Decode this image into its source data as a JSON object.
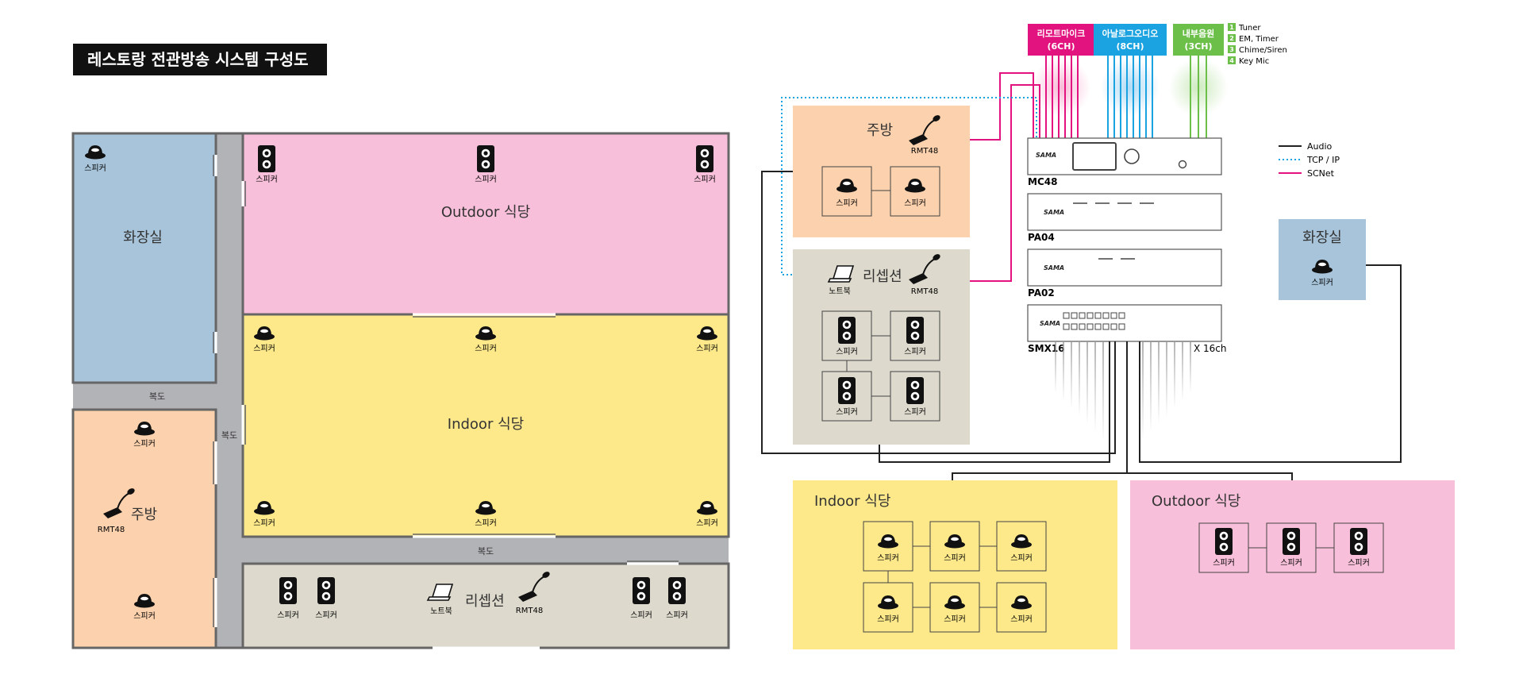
{
  "title": "레스토랑 전관방송 시스템 구성도",
  "floor_plan": {
    "rooms": {
      "restroom": "화장실",
      "kitchen": "주방",
      "outdoor": "Outdoor 식당",
      "indoor": "Indoor 식당",
      "reception": "리셉션"
    },
    "corridor_label": "복도",
    "speaker_label": "스피커",
    "mic_label": "RMT48",
    "laptop_label": "노트북"
  },
  "system": {
    "inputs": [
      {
        "label": "리모트마이크",
        "sub": "(6CH)",
        "color": "#e2127f"
      },
      {
        "label": "아날로그오디오",
        "sub": "(8CH)",
        "color": "#1aa3e0"
      },
      {
        "label": "내부음원",
        "sub": "(3CH)",
        "color": "#6cc04a"
      }
    ],
    "internal_sources": [
      {
        "num": "1",
        "text": "Tuner"
      },
      {
        "num": "2",
        "text": "EM, Timer"
      },
      {
        "num": "3",
        "text": "Chime/Siren"
      },
      {
        "num": "4",
        "text": "Key Mic"
      }
    ],
    "devices": [
      {
        "name": "MC48"
      },
      {
        "name": "PA04"
      },
      {
        "name": "PA02"
      },
      {
        "name": "SMX16",
        "note": "X 16ch"
      }
    ],
    "brand": "SAMA",
    "legend": [
      {
        "text": "Audio",
        "color": "#222222",
        "style": "solid"
      },
      {
        "text": "TCP / IP",
        "color": "#1aa3e0",
        "style": "dotted"
      },
      {
        "text": "SCNet",
        "color": "#e2127f",
        "style": "solid"
      }
    ],
    "zones": {
      "kitchen": "주방",
      "reception": "리셉션",
      "restroom": "화장실",
      "indoor": "Indoor 식당",
      "outdoor": "Outdoor 식당"
    },
    "speaker_label": "스피커",
    "mic_label": "RMT48",
    "laptop_label": "노트북"
  },
  "colors": {
    "pink": "#f7bfd9",
    "yellow": "#fde98a",
    "blue": "#a7c4da",
    "peach": "#fcd1ad",
    "beige": "#ddd9cc",
    "corridor": "#b2b3b6"
  }
}
